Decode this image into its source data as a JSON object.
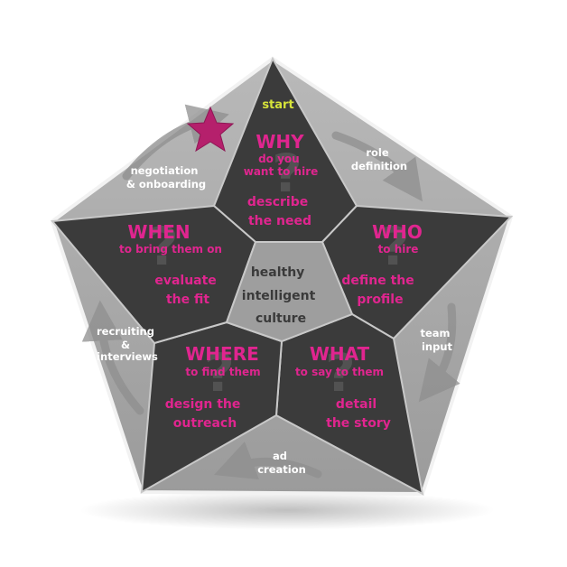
{
  "colors": {
    "outer_fill": "#a9a9a9",
    "wedge_fill": "#3b3b3b",
    "center_fill": "#9e9e9e",
    "accent": "#e0258f",
    "start": "#d6e33a",
    "text_light": "#ffffff"
  },
  "start": "start",
  "center": [
    "healthy",
    "intelligent",
    "culture"
  ],
  "segments": {
    "why": {
      "title": "WHY",
      "sub": [
        "do you",
        "want to hire"
      ],
      "action": [
        "describe",
        "the need"
      ]
    },
    "who": {
      "title": "WHO",
      "sub": [
        "to hire"
      ],
      "action": [
        "define the",
        "profile"
      ]
    },
    "what": {
      "title": "WHAT",
      "sub": [
        "to say to them"
      ],
      "action": [
        "detail",
        "the story"
      ]
    },
    "where": {
      "title": "WHERE",
      "sub": [
        "to find them"
      ],
      "action": [
        "design the",
        "outreach"
      ]
    },
    "when": {
      "title": "WHEN",
      "sub": [
        "to bring them on"
      ],
      "action": [
        "evaluate",
        "the fit"
      ]
    }
  },
  "stages": {
    "role": [
      "role",
      "definition"
    ],
    "team": [
      "team",
      "input"
    ],
    "ad": [
      "ad",
      "creation"
    ],
    "recruiting": [
      "recruiting",
      "&",
      "interviews"
    ],
    "negotiation": [
      "negotiation",
      "& onboarding"
    ]
  },
  "icons": [
    "star-icon",
    "question-mark-icon",
    "cycle-arrow-icon"
  ]
}
